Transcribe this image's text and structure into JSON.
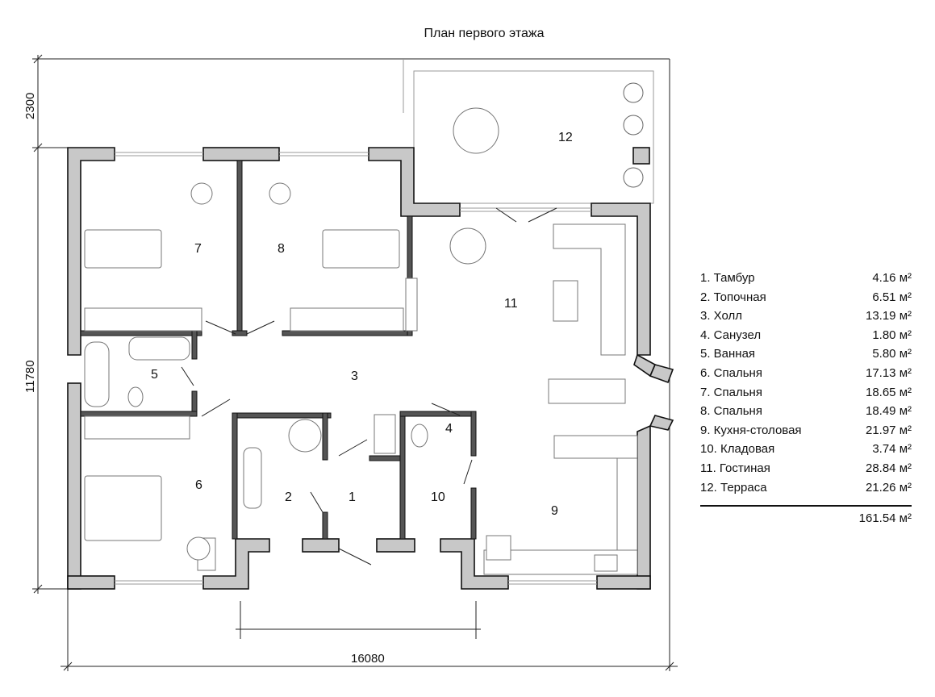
{
  "title": "План первого этажа",
  "dimensions": {
    "terrace_depth": "2300",
    "house_depth": "11780",
    "house_width": "16080"
  },
  "rooms": [
    {
      "num": "1"
    },
    {
      "num": "2"
    },
    {
      "num": "3"
    },
    {
      "num": "4"
    },
    {
      "num": "5"
    },
    {
      "num": "6"
    },
    {
      "num": "7"
    },
    {
      "num": "8"
    },
    {
      "num": "9"
    },
    {
      "num": "10"
    },
    {
      "num": "11"
    },
    {
      "num": "12"
    }
  ],
  "legend": [
    {
      "label": "1. Тамбур",
      "area": "4.16 м²"
    },
    {
      "label": "2. Топочная",
      "area": "6.51 м²"
    },
    {
      "label": "3. Холл",
      "area": "13.19 м²"
    },
    {
      "label": "4. Санузел",
      "area": "1.80 м²"
    },
    {
      "label": "5. Ванная",
      "area": "5.80 м²"
    },
    {
      "label": "6. Спальня",
      "area": "17.13 м²"
    },
    {
      "label": "7. Спальня",
      "area": "18.65 м²"
    },
    {
      "label": "8. Спальня",
      "area": "18.49 м²"
    },
    {
      "label": "9. Кухня-столовая",
      "area": "21.97 м²"
    },
    {
      "label": "10. Кладовая",
      "area": "3.74 м²"
    },
    {
      "label": "11. Гостиная",
      "area": "28.84 м²"
    },
    {
      "label": "12. Терраса",
      "area": "21.26 м²"
    }
  ],
  "total": "161.54 м²"
}
